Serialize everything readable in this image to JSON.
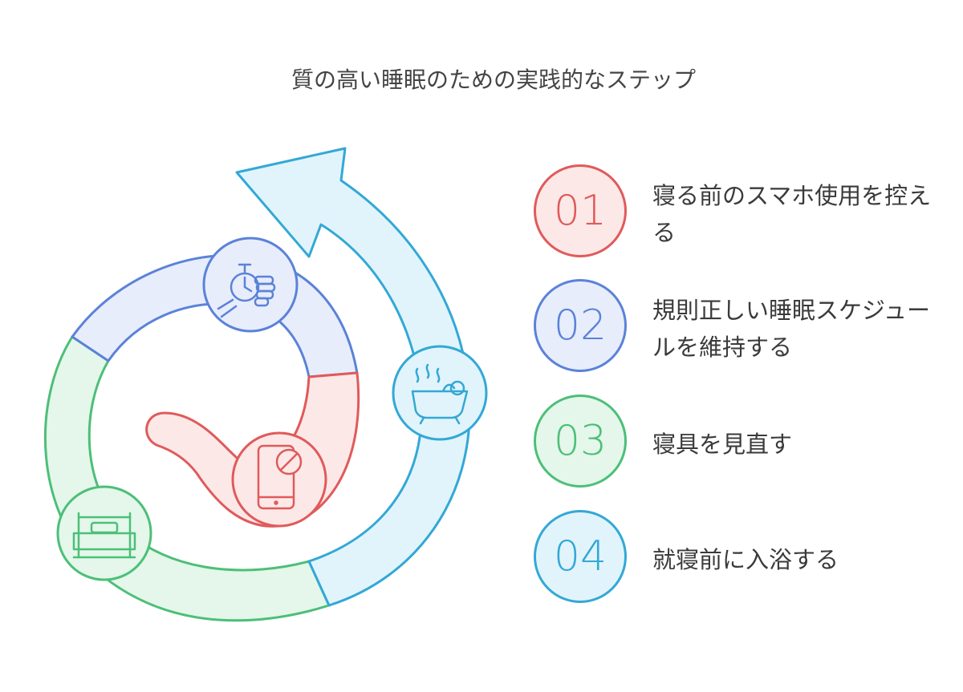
{
  "title": "質の高い睡眠のための実践的なステップ",
  "steps": [
    {
      "number": "01",
      "label": "寝る前のスマホ使用を控える",
      "icon": "phone-prohibited-icon",
      "color": "#e05a5a",
      "fill": "#fde8e8"
    },
    {
      "number": "02",
      "label": "規則正しい睡眠スケジュールを維持する",
      "icon": "fist-clock-icon",
      "color": "#5b82d9",
      "fill": "#e7edfb"
    },
    {
      "number": "03",
      "label": "寝具を見直す",
      "icon": "bed-icon",
      "color": "#4cbf78",
      "fill": "#e4f7ea"
    },
    {
      "number": "04",
      "label": "就寝前に入浴する",
      "icon": "bathtub-icon",
      "color": "#33a8d6",
      "fill": "#e1f4fb"
    }
  ]
}
